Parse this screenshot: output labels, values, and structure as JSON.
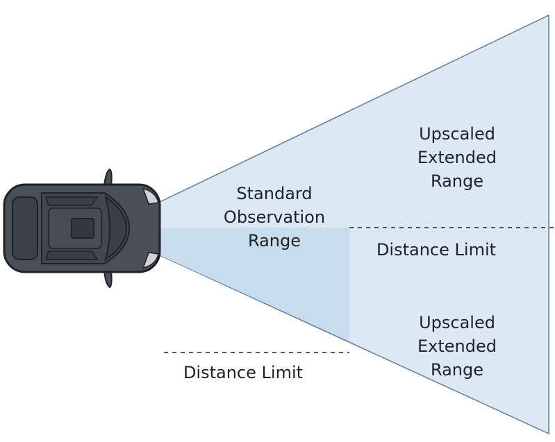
{
  "diagram": {
    "standard_range": {
      "lines": [
        "Standard",
        "Observation",
        "Range"
      ]
    },
    "extended_upper": {
      "lines": [
        "Upscaled",
        "Extended",
        "Range"
      ]
    },
    "extended_lower": {
      "lines": [
        "Upscaled",
        "Extended",
        "Range"
      ]
    },
    "distance_limit_right": "Distance Limit",
    "distance_limit_bottom": "Distance Limit",
    "colors": {
      "cone_fill": "#dce9f5",
      "cone_outline": "#5b7fa3",
      "standard_zone_fill": "#c7dcec",
      "car_body": "#4a4f57",
      "car_outline": "#1e2226",
      "headlight": "#cfd2d6"
    },
    "icons": [
      "car-top-view-icon"
    ]
  }
}
